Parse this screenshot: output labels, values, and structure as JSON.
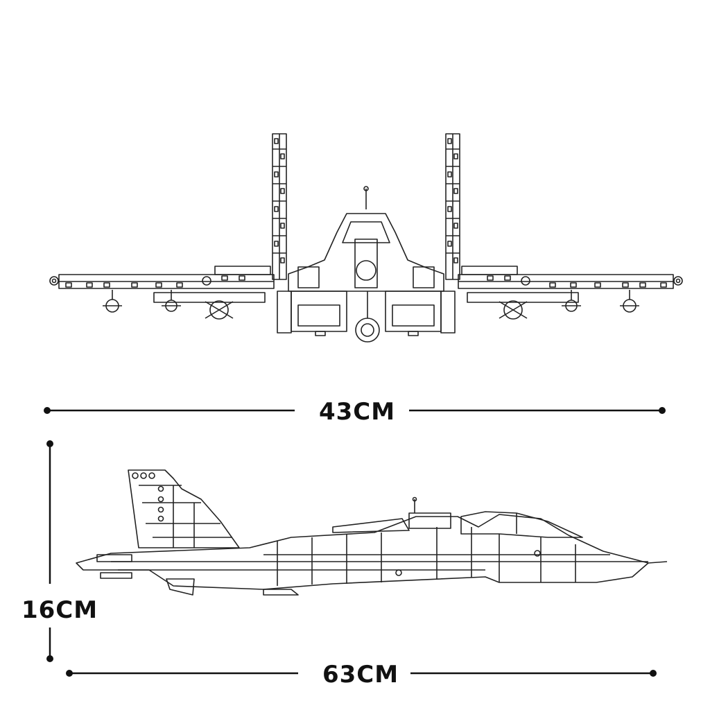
{
  "dimensions": {
    "front_width": "43CM",
    "height": "16CM",
    "length": "63CM"
  },
  "colors": {
    "line": "#222222",
    "dim": "#111111",
    "background": "#ffffff"
  }
}
